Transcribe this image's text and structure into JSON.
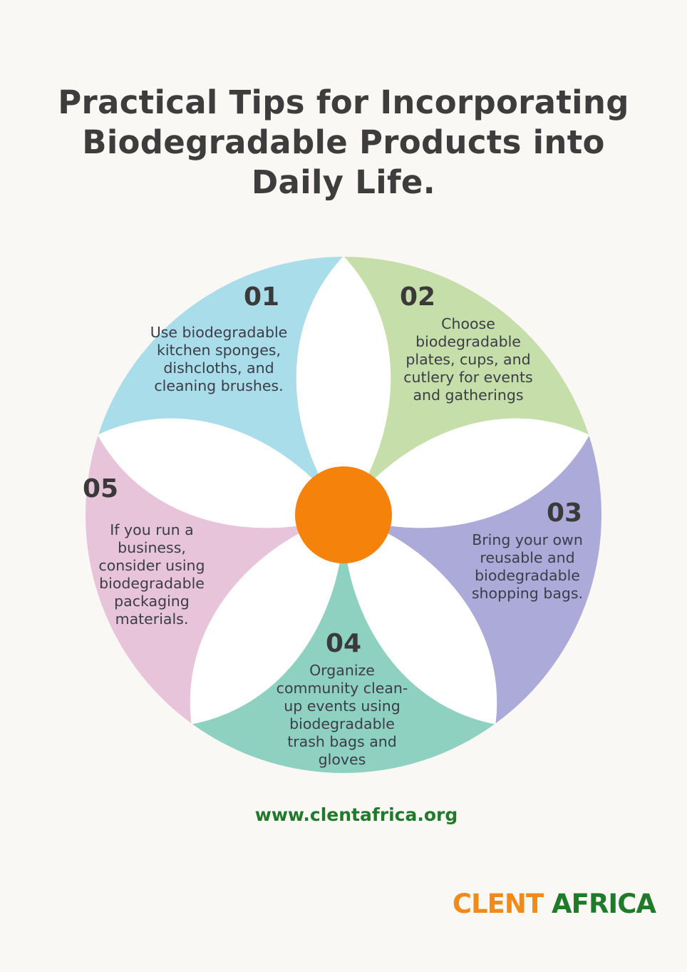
{
  "title": [
    "Practical Tips for Incorporating",
    "Biodegradable Products into",
    "Daily Life."
  ],
  "colors": {
    "tip1": "#a9dde9",
    "tip2": "#c6dea9",
    "tip3": "#abaad9",
    "tip4": "#8fd1c1",
    "tip5": "#e7c4d9",
    "center": "#f5820a",
    "background": "#faf8f5"
  },
  "tips": [
    {
      "number": "01",
      "text": "Use biodegradable kitchen sponges, dishcloths, and cleaning brushes."
    },
    {
      "number": "02",
      "text": "Choose biodegradable plates, cups, and cutlery for events and gatherings"
    },
    {
      "number": "03",
      "text": "Bring your own reusable and biodegradable shopping bags."
    },
    {
      "number": "04",
      "text": "Organize community clean-up events using biodegradable trash bags and gloves"
    },
    {
      "number": "05",
      "text": "If you run a business, consider using biodegradable packaging materials."
    }
  ],
  "website": "www.clentafrica.org",
  "logo": {
    "part1": "CLENT",
    "part2": "AFRICA"
  }
}
